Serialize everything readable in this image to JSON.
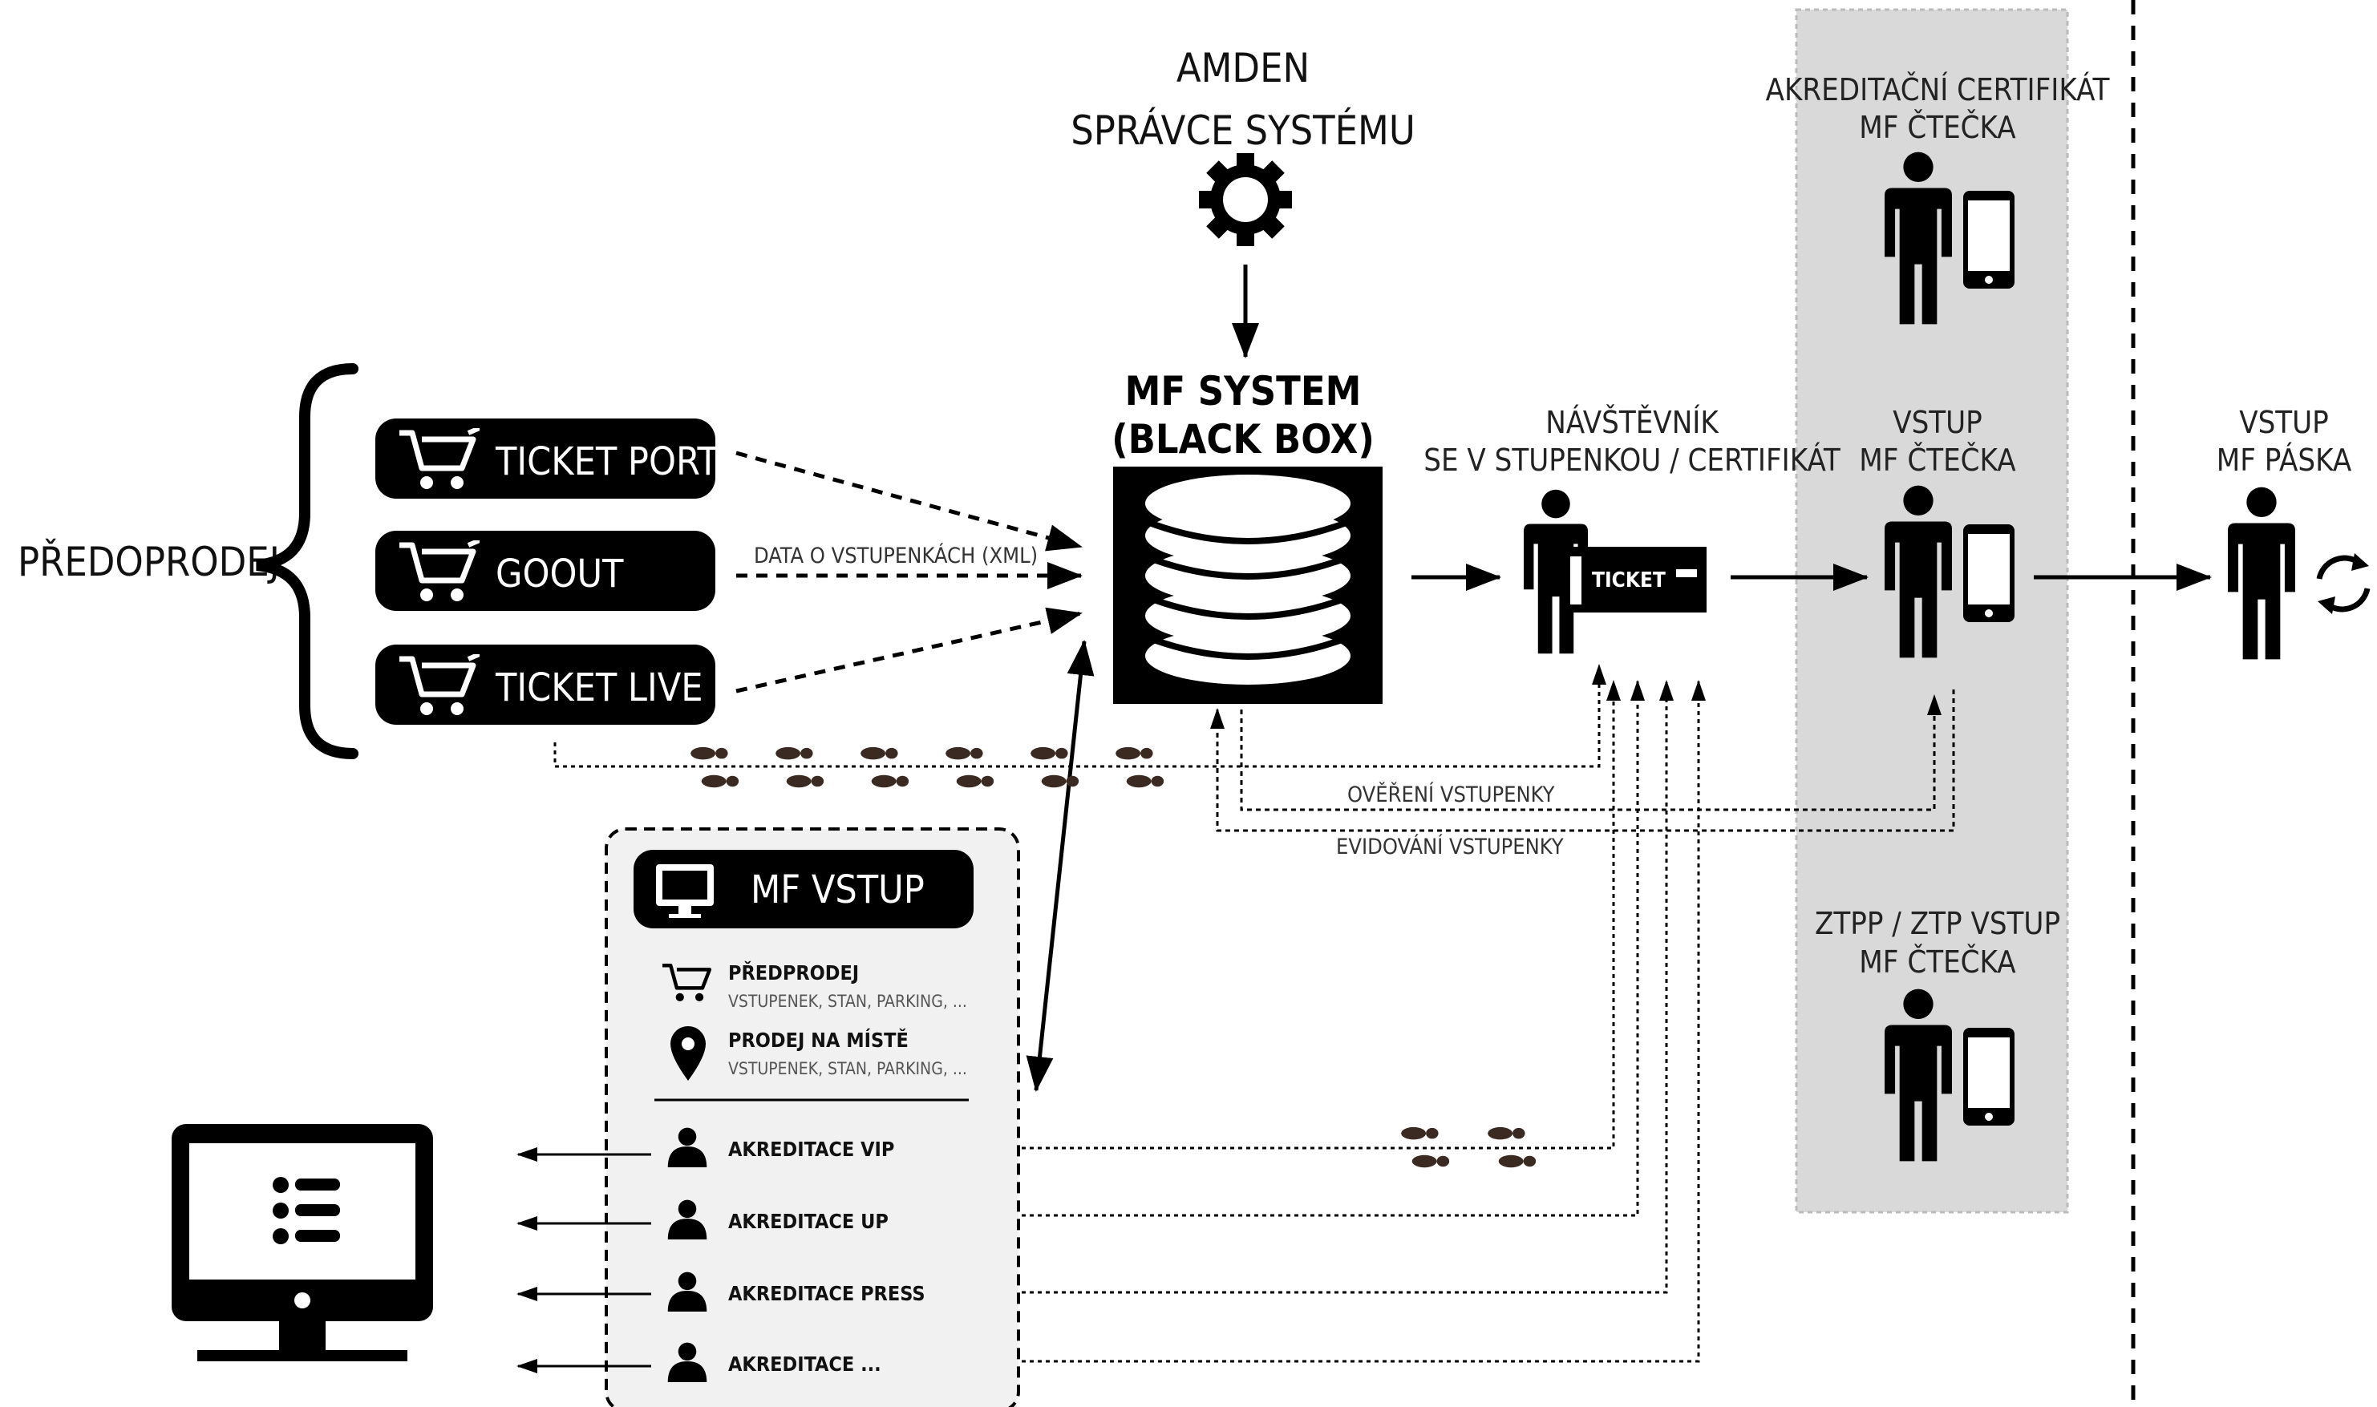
{
  "admin": {
    "line1": "AMDEN",
    "line2": "SPRÁVCE SYSTÉMU",
    "icon": "gear-icon"
  },
  "mf_system": {
    "line1": "MF SYSTEM",
    "line2": "(BLACK BOX)",
    "icon": "database-icon"
  },
  "presale": {
    "label": "PŘEDOPRODEJ",
    "sources": [
      "TICKET PORTAL",
      "GOOUT",
      "TICKET LIVE"
    ],
    "flow_label": "DATA O VSTUPENKÁCH (XML)"
  },
  "visitor": {
    "line1": "NÁVŠTĚVNÍK",
    "line2": "SE V STUPENKOU / CERTIFIKÁT",
    "ticket_text": "TICKET"
  },
  "gray_zone": {
    "accreditation": {
      "line1": "AKREDITAČNÍ CERTIFIKÁT",
      "line2": "MF ČTEČKA"
    },
    "entry": {
      "line1": "VSTUP",
      "line2": "MF ČTEČKA"
    },
    "ztpp": {
      "line1": "ZTPP / ZTP VSTUP",
      "line2": "MF ČTEČKA"
    }
  },
  "band_entry": {
    "line1": "VSTUP",
    "line2": "MF PÁSKA"
  },
  "flows": {
    "verify": "OVĚŘENÍ VSTUPENKY",
    "record": "EVIDOVÁNÍ VSTUPENKY"
  },
  "mf_vstup": {
    "title": "MF VSTUP",
    "sales": [
      {
        "title": "PŘEDPRODEJ",
        "sub": "VSTUPENEK, STAN, PARKING, ...",
        "icon": "cart-icon"
      },
      {
        "title": "PRODEJ NA MÍSTĚ",
        "sub": "VSTUPENEK, STAN, PARKING, ...",
        "icon": "location-pin-icon"
      }
    ],
    "accreditations": [
      "AKREDITACE VIP",
      "AKREDITACE UP",
      "AKREDITACE PRESS",
      "AKREDITACE ..."
    ]
  },
  "colors": {
    "ink": "#000000",
    "zone": "#d9d9d9",
    "panel": "#f1f1f1",
    "text": "#222222"
  }
}
